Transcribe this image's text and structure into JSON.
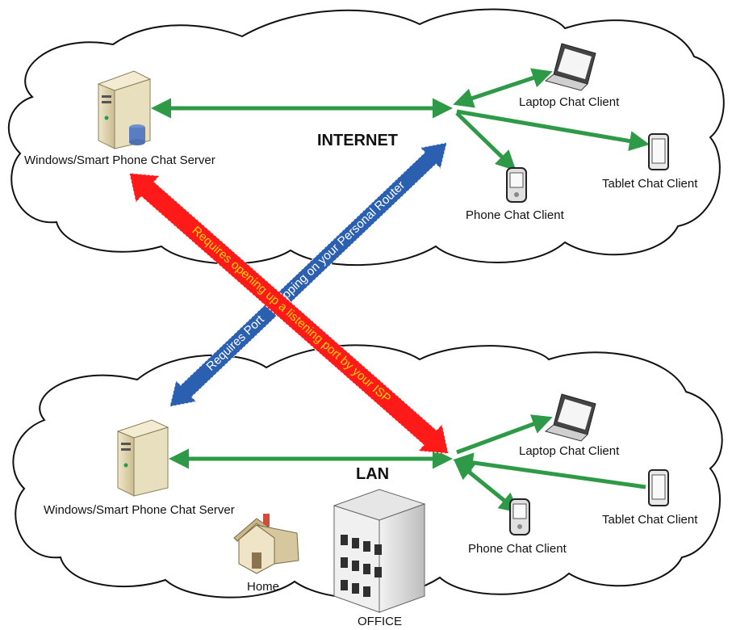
{
  "zones": {
    "internet": {
      "label": "INTERNET"
    },
    "lan": {
      "label": "LAN"
    }
  },
  "internet_nodes": {
    "server": "Windows/Smart Phone Chat Server",
    "laptop": "Laptop Chat Client",
    "tablet": "Tablet Chat Client",
    "phone": "Phone Chat Client"
  },
  "lan_nodes": {
    "server": "Windows/Smart Phone Chat Server",
    "laptop": "Laptop Chat Client",
    "tablet": "Tablet Chat Client",
    "phone": "Phone Chat Client",
    "home": "Home",
    "office": "OFFICE"
  },
  "arrows": {
    "red_label": "Requires opening up a listening port by your ISP",
    "blue_label": "Requires Port    Mapping on your Personal Router"
  },
  "colors": {
    "green_link": "#2e9a48",
    "red_arrow": "#ff1a1a",
    "red_text": "#ffd400",
    "blue_arrow": "#2b5fb0",
    "blue_text": "#ffffff"
  }
}
